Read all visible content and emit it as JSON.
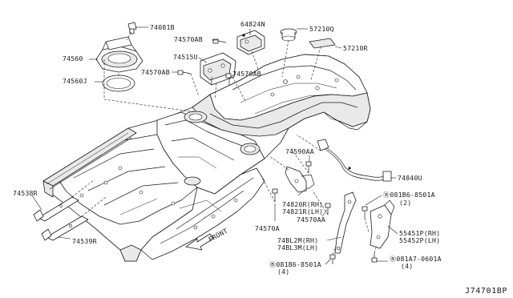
{
  "diagram": {
    "callouts": [
      {
        "id": "74081B",
        "text": "74081B"
      },
      {
        "id": "64824N",
        "text": "64824N"
      },
      {
        "id": "57210Q",
        "text": "57210Q"
      },
      {
        "id": "74570AB_top",
        "text": "74570AB"
      },
      {
        "id": "74560",
        "text": "74560"
      },
      {
        "id": "57210R",
        "text": "57210R"
      },
      {
        "id": "74515U",
        "text": "74515U"
      },
      {
        "id": "74570AB_left",
        "text": "74570AB"
      },
      {
        "id": "74570AB_right",
        "text": "74570AB"
      },
      {
        "id": "74560J",
        "text": "74560J"
      },
      {
        "id": "74590AA",
        "text": "74590AA"
      },
      {
        "id": "74840U",
        "text": "74840U"
      },
      {
        "id": "74538R",
        "text": "74538R"
      },
      {
        "id": "081B6_top",
        "text": "Ⓑ081B6-8501A"
      },
      {
        "id": "081B6_top_qty",
        "text": "(2)"
      },
      {
        "id": "74820R",
        "text": "74820R(RH)"
      },
      {
        "id": "74821R",
        "text": "74821R(LH)"
      },
      {
        "id": "74570AA",
        "text": "74570AA"
      },
      {
        "id": "55451P",
        "text": "55451P(RH)"
      },
      {
        "id": "55452P",
        "text": "55452P(LH)"
      },
      {
        "id": "74570A",
        "text": "74570A"
      },
      {
        "id": "74539R",
        "text": "74539R"
      },
      {
        "id": "74BL2M",
        "text": "74BL2M(RH)"
      },
      {
        "id": "74BL3M",
        "text": "74BL3M(LH)"
      },
      {
        "id": "081A7",
        "text": "Ⓑ081A7-0601A"
      },
      {
        "id": "081A7_qty",
        "text": "(4)"
      },
      {
        "id": "081B6_bottom",
        "text": "Ⓑ081B6-8501A"
      },
      {
        "id": "081B6_bottom_qty",
        "text": "(4)"
      }
    ],
    "front_label": "FRONT",
    "diagram_code": "J74701BP"
  }
}
